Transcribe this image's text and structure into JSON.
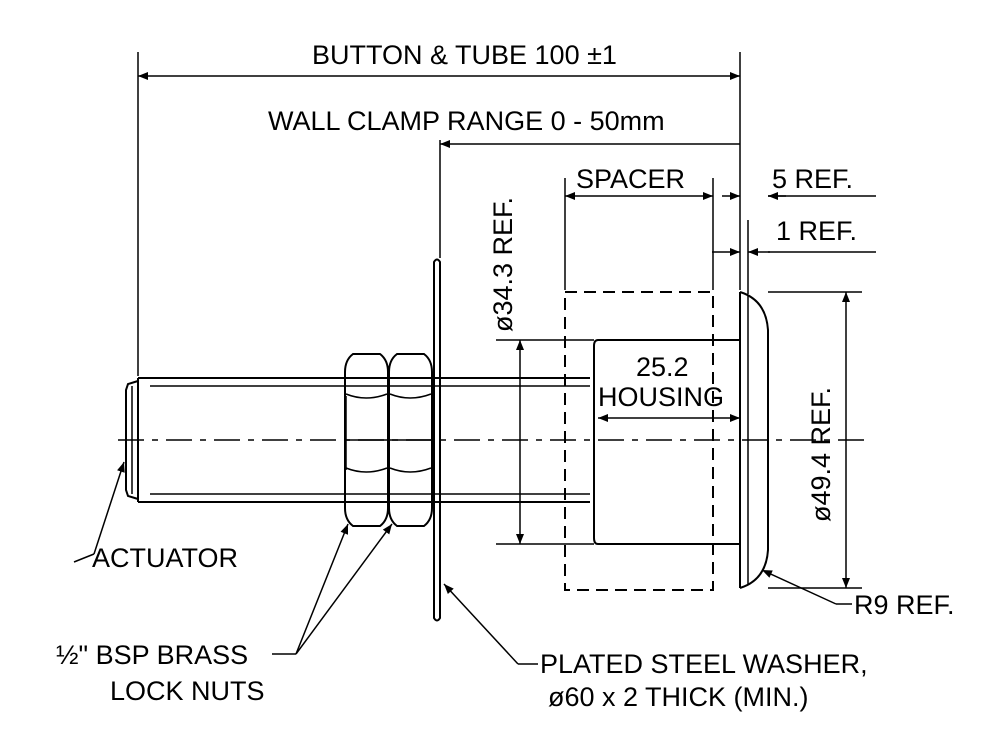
{
  "dimensions": {
    "button_tube": "BUTTON & TUBE 100 ±1",
    "wall_clamp": "WALL CLAMP RANGE 0 - 50mm",
    "spacer": "SPACER",
    "five_ref": "5 REF.",
    "one_ref": "1 REF.",
    "dia_34": "ø34.3 REF.",
    "housing_value": "25.2",
    "housing_label": "HOUSING",
    "dia_49": "ø49.4 REF."
  },
  "labels": {
    "actuator": "ACTUATOR",
    "lock_nuts_line1": "½\" BSP BRASS",
    "lock_nuts_line2": "LOCK NUTS",
    "washer_line1": "PLATED STEEL WASHER,",
    "washer_line2": "ø60 x 2 THICK (MIN.)",
    "r9": "R9 REF."
  }
}
